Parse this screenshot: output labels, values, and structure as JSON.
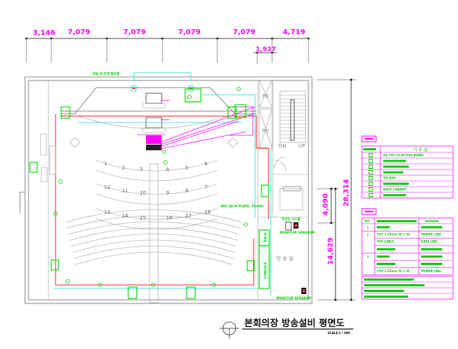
{
  "drawing": {
    "title": "본회의장 방송설비 평면도",
    "scale": "SCALE:1 / 300",
    "top_dimensions": [
      "3,146",
      "7,079",
      "7,079",
      "7,079",
      "7,079",
      "4,719"
    ],
    "sub_dimension": "1,927",
    "right_dimensions": {
      "total": "28,314",
      "lower": "14,629",
      "upper": "4,090"
    },
    "labels": {
      "control_box": "방송 및 조명 접속함",
      "mic_jack": "MIC JACK PLATE, FLUSH",
      "wireless": "무선인 시스템",
      "monitor_speaker_1": "MONITOR SPEAKER",
      "monitor_speaker_2": "MONITOR SPEAKER",
      "rack": "RACK",
      "console": "CONSOLE",
      "booth": "방 송 실",
      "pd_1": "PD",
      "pd_2": "PD",
      "dn": "DN",
      "up": "UP"
    },
    "seat_numbers": [
      "1",
      "2",
      "3",
      "4",
      "5",
      "6",
      "12",
      "11",
      "10",
      "9",
      "8",
      "7",
      "13",
      "14",
      "15",
      "16",
      "17",
      "18"
    ]
  },
  "legend": {
    "symbols_table": {
      "header": "기 호 설",
      "rows": [
        "HE TYP CH ACTIVE MONO",
        "",
        "",
        "",
        "TIE BOX",
        "",
        "RACK CABINET",
        ""
      ]
    },
    "cable_table": {
      "header_no": "NO",
      "header_remark": "REMARK",
      "rows": [
        {
          "no": "1",
          "desc": "",
          "remark": ""
        },
        {
          "no": "2",
          "desc": "CVV 1.25mm 5C x 5C",
          "remark": "POWER LINE"
        },
        {
          "no": "",
          "desc": "UTP CABLE",
          "remark": "DATA LINE"
        },
        {
          "no": "",
          "desc": "",
          "remark": ""
        },
        {
          "no": "3",
          "desc": "",
          "remark": ""
        },
        {
          "no": "",
          "desc": "",
          "remark": ""
        },
        {
          "no": "",
          "desc": "CVV 1.25mm 5C x 5C",
          "remark": "POWER LINE"
        }
      ]
    }
  },
  "colors": {
    "dimension": "#ff00ff",
    "equipment": "#00cc00",
    "power": "#ff2020",
    "signal": "#00e0e0"
  }
}
